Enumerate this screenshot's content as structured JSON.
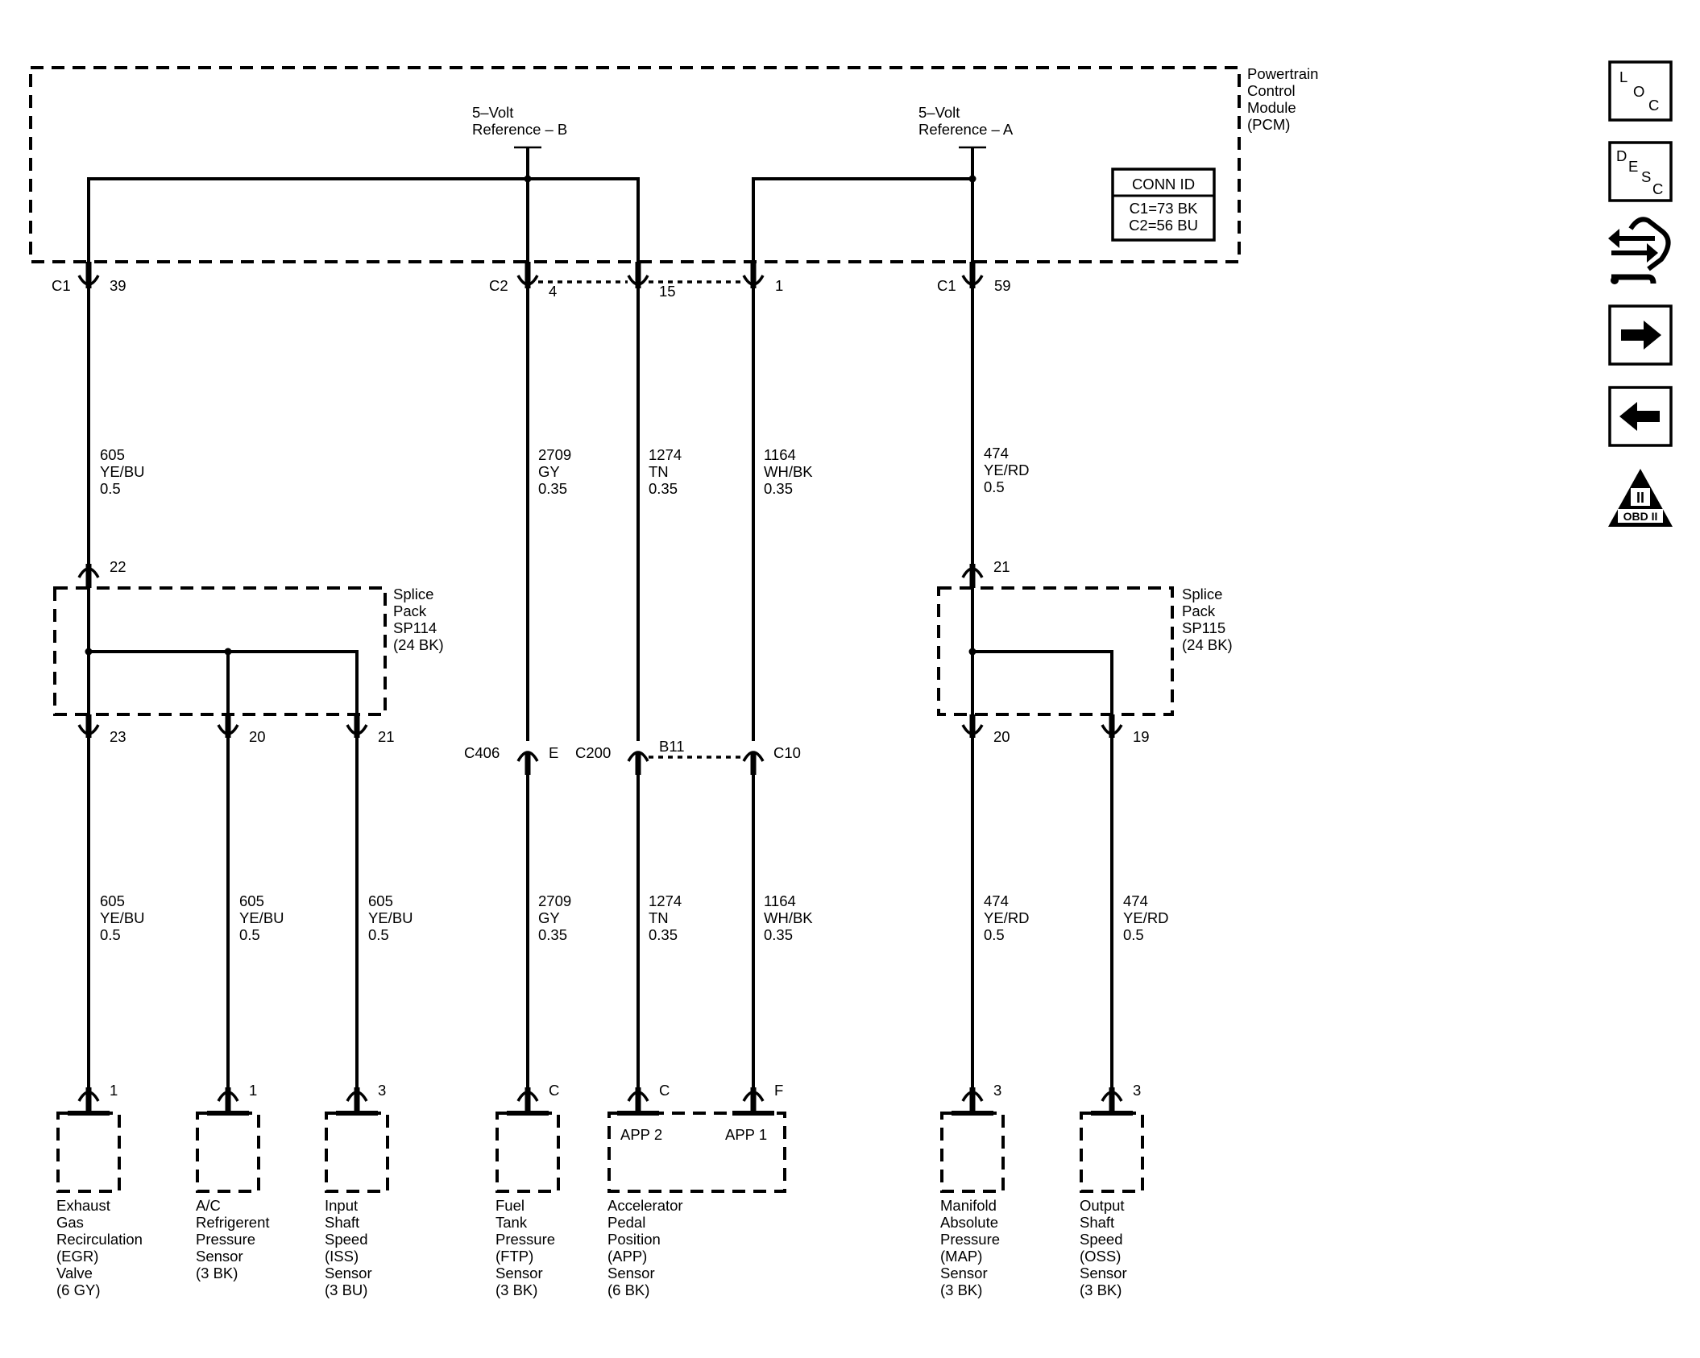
{
  "pcm": {
    "label_lines": [
      "Powertrain",
      "Control",
      "Module",
      "(PCM)"
    ],
    "ref_b_lines": [
      "5–Volt",
      "Reference – B"
    ],
    "ref_a_lines": [
      "5–Volt",
      "Reference – A"
    ],
    "conn_id_title": "CONN ID",
    "conn_id_lines": [
      "C1=73 BK",
      "C2=56 BU"
    ]
  },
  "pcm_pins": {
    "egr_conn": "C1",
    "egr_pin": "39",
    "ftp_conn": "C2",
    "ftp_pin": "4",
    "app2_pin": "15",
    "app1_pin": "1",
    "map_conn": "C1",
    "map_pin": "59"
  },
  "upper_wires": {
    "egr": [
      "605",
      "YE/BU",
      "0.5"
    ],
    "ftp": [
      "2709",
      "GY",
      "0.35"
    ],
    "app2": [
      "1274",
      "TN",
      "0.35"
    ],
    "app1": [
      "1164",
      "WH/BK",
      "0.35"
    ],
    "map": [
      "474",
      "YE/RD",
      "0.5"
    ]
  },
  "splice_left": {
    "in_pin": "22",
    "label_lines": [
      "Splice",
      "Pack",
      "SP114",
      "(24 BK)"
    ],
    "out_pins": [
      "23",
      "20",
      "21"
    ]
  },
  "splice_right": {
    "in_pin": "21",
    "label_lines": [
      "Splice",
      "Pack",
      "SP115",
      "(24 BK)"
    ],
    "out_pins": [
      "20",
      "19"
    ]
  },
  "inline_connectors": {
    "c406": "C406",
    "c406_pin": "E",
    "c200": "C200",
    "c200_pin_b11": "B11",
    "c200_pin_c10": "C10"
  },
  "lower_wires": {
    "egr": [
      "605",
      "YE/BU",
      "0.5"
    ],
    "ac": [
      "605",
      "YE/BU",
      "0.5"
    ],
    "iss": [
      "605",
      "YE/BU",
      "0.5"
    ],
    "ftp": [
      "2709",
      "GY",
      "0.35"
    ],
    "app2": [
      "1274",
      "TN",
      "0.35"
    ],
    "app1": [
      "1164",
      "WH/BK",
      "0.35"
    ],
    "map": [
      "474",
      "YE/RD",
      "0.5"
    ],
    "oss": [
      "474",
      "YE/RD",
      "0.5"
    ]
  },
  "components": {
    "egr": {
      "pin": "1",
      "label_lines": [
        "Exhaust",
        "Gas",
        "Recirculation",
        "(EGR)",
        "Valve",
        "(6 GY)"
      ]
    },
    "ac": {
      "pin": "1",
      "label_lines": [
        "A/C",
        "Refrigerent",
        "Pressure",
        "Sensor",
        "(3 BK)"
      ]
    },
    "iss": {
      "pin": "3",
      "label_lines": [
        "Input",
        "Shaft",
        "Speed",
        "(ISS)",
        "Sensor",
        "(3 BU)"
      ]
    },
    "ftp": {
      "pin": "C",
      "label_lines": [
        "Fuel",
        "Tank",
        "Pressure",
        "(FTP)",
        "Sensor",
        "(3 BK)"
      ]
    },
    "app": {
      "pin_c": "C",
      "pin_f": "F",
      "inner_app2": "APP 2",
      "inner_app1": "APP 1",
      "label_lines": [
        "Accelerator",
        "Pedal",
        "Position",
        "(APP)",
        "Sensor",
        "(6 BK)"
      ]
    },
    "map": {
      "pin": "3",
      "label_lines": [
        "Manifold",
        "Absolute",
        "Pressure",
        "(MAP)",
        "Sensor",
        "(3 BK)"
      ]
    },
    "oss": {
      "pin": "3",
      "label_lines": [
        "Output",
        "Shaft",
        "Speed",
        "(OSS)",
        "Sensor",
        "(3 BK)"
      ]
    }
  },
  "nav": {
    "loc": [
      "L",
      "O",
      "C"
    ],
    "desc": [
      "D",
      "E",
      "S",
      "C"
    ],
    "obd_mark": "II",
    "obd_text": "OBD II"
  }
}
